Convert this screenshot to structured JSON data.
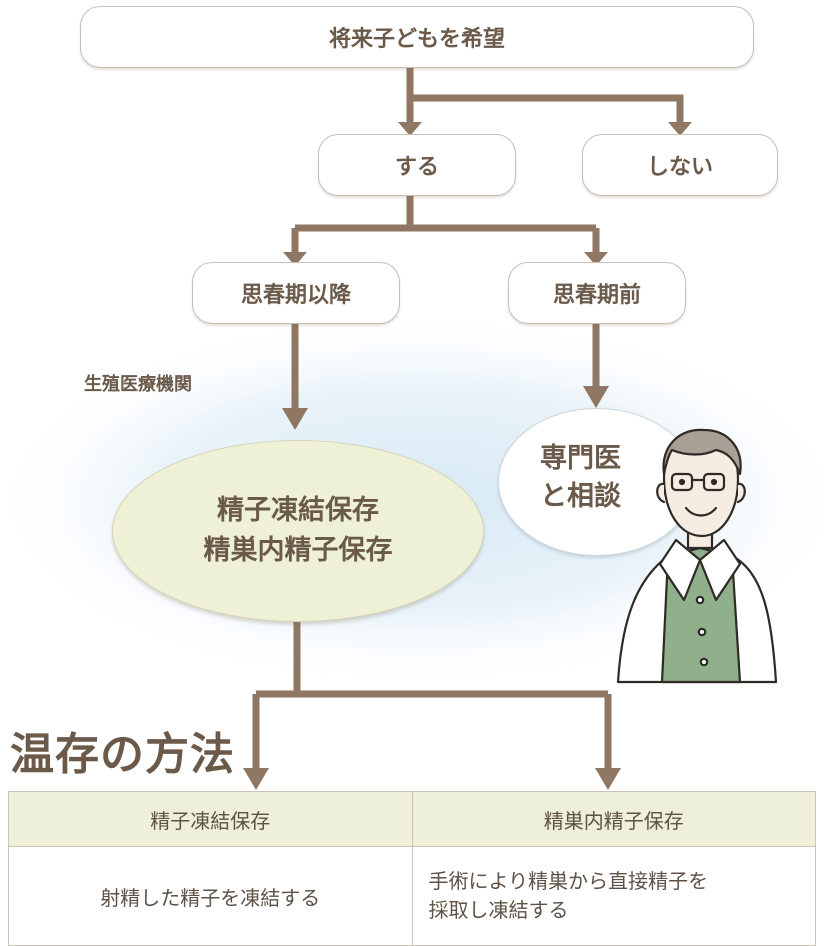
{
  "flow": {
    "top": "将来子どもを希望",
    "yes": "する",
    "no": "しない",
    "after_puberty": "思春期以降",
    "before_puberty": "思春期前",
    "institution": "生殖医療機関",
    "preservation": [
      "精子凍結保存",
      "精巣内精子保存"
    ],
    "consult": [
      "専門医",
      "と相談"
    ]
  },
  "section_title": "温存の方法",
  "methods_table": {
    "headers": [
      "精子凍結保存",
      "精巣内精子保存"
    ],
    "row": [
      "射精した精子を凍結する",
      "手術により精巣から直接精子を",
      "採取し凍結する"
    ]
  },
  "colors": {
    "arrow": "#8f7763",
    "text": "#6b5a4a",
    "ellipse_fill": "#eff1d6",
    "table_header_fill": "#eff0d9",
    "glow": "#dcecf6",
    "coat_green": "#8fb08a"
  },
  "illustration": "doctor-in-white-coat"
}
